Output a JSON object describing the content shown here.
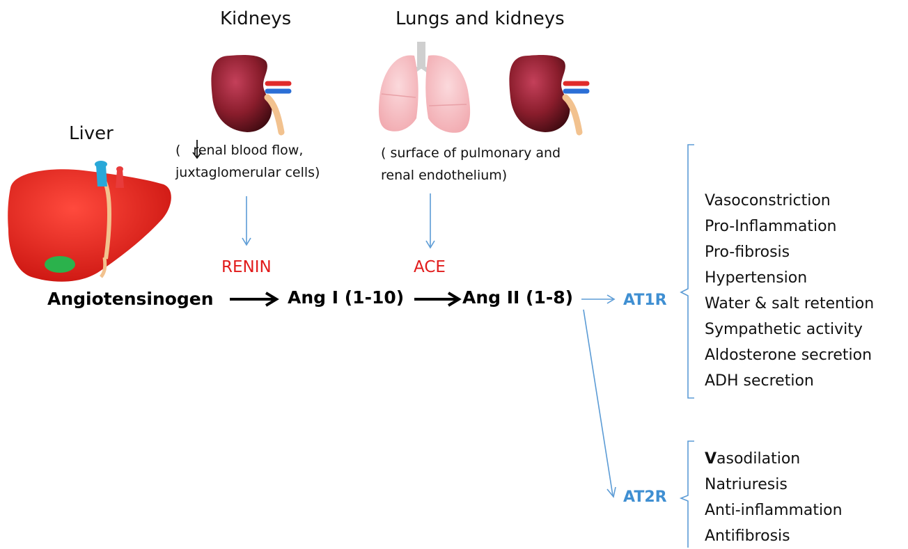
{
  "organs": {
    "liver": {
      "title": "Liver"
    },
    "kidneys": {
      "title": "Kidneys",
      "note_prefix": "(",
      "note_line1": "renal blood flow,",
      "note_line2": "juxtaglomerular cells)"
    },
    "lungs_kidneys": {
      "title": "Lungs and kidneys",
      "note_line1": "( surface of pulmonary and",
      "note_line2": "renal endothelium)"
    }
  },
  "pathway": {
    "substrate": "Angiotensinogen",
    "enzyme1": "RENIN",
    "product1": "Ang I (1-10)",
    "enzyme2": "ACE",
    "product2": "Ang II (1-8)"
  },
  "receptors": {
    "at1r": {
      "label": "AT1R",
      "effects": [
        "Vasoconstriction",
        "Pro-Inflammation",
        "Pro-fibrosis",
        "Hypertension",
        "Water & salt retention",
        "Sympathetic activity",
        "Aldosterone secretion",
        "ADH secretion"
      ]
    },
    "at2r": {
      "label": "AT2R",
      "first_effect_initial": "V",
      "first_effect_rest": "asodilation",
      "effects": [
        "Natriuresis",
        "Anti-inflammation",
        "Antifibrosis"
      ]
    }
  },
  "colors": {
    "enzyme": "#e11b1b",
    "receptor": "#3f8fd2",
    "arrow_blue": "#5b9bd5",
    "arrow_black": "#000000"
  }
}
